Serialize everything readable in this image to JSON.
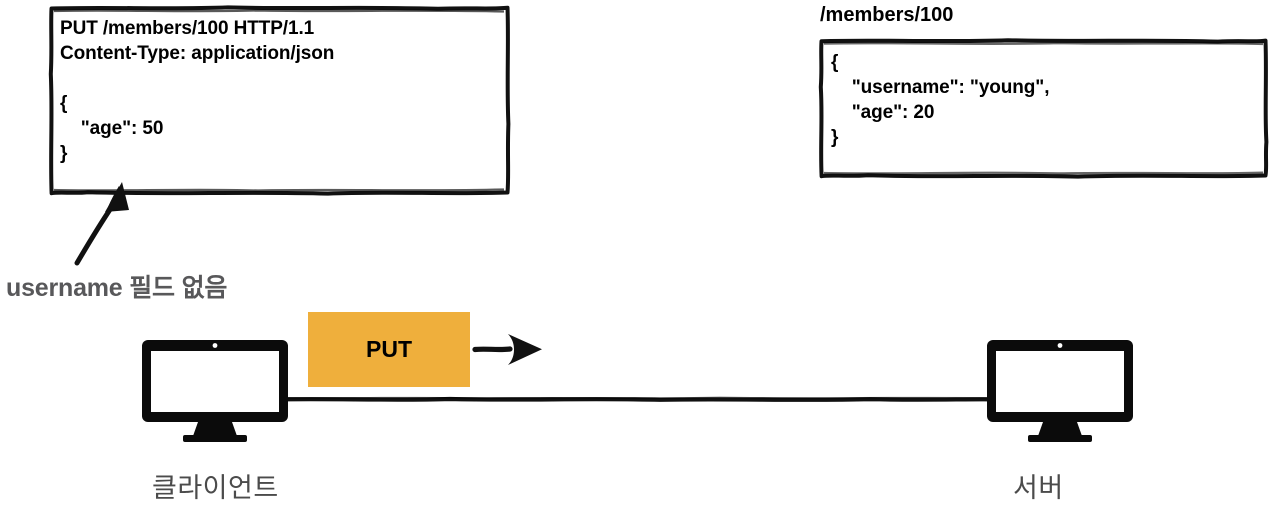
{
  "diagram": {
    "title": "HTTP PUT request diagram",
    "colors": {
      "accent_orange": "#efaf3c",
      "annotation_gray": "#58585a",
      "label_gray": "#4b4b4b",
      "ink_black": "#000000",
      "background": "#ffffff"
    }
  },
  "request_box": {
    "name": "http-request",
    "request_line": "PUT /members/100 HTTP/1.1",
    "header_content_type": "Content-Type: application/json",
    "body_open_brace": "{",
    "body_field_age": "    \"age\": 50",
    "body_close_brace": "}",
    "text_block": "PUT /members/100 HTTP/1.1\nContent-Type: application/json\n\n{\n    \"age\": 50\n}"
  },
  "resource_box": {
    "name": "stored-resource",
    "path_label": "/members/100",
    "body_open_brace": "{",
    "body_field_username": "    \"username\": \"young\",",
    "body_field_age": "    \"age\": 20",
    "body_close_brace": "}",
    "text_block": "{\n    \"username\": \"young\",\n    \"age\": 20\n}"
  },
  "annotation": {
    "text": "username 필드 없음",
    "arrow_icon": "arrow-up-right-icon"
  },
  "flow": {
    "method_chip_label": "PUT",
    "direction_arrow_icon": "arrow-right-icon",
    "wire_icon": "connection-line-icon"
  },
  "nodes": {
    "client": {
      "label": "클라이언트",
      "icon": "desktop-monitor-icon"
    },
    "server": {
      "label": "서버",
      "icon": "desktop-monitor-icon"
    }
  }
}
